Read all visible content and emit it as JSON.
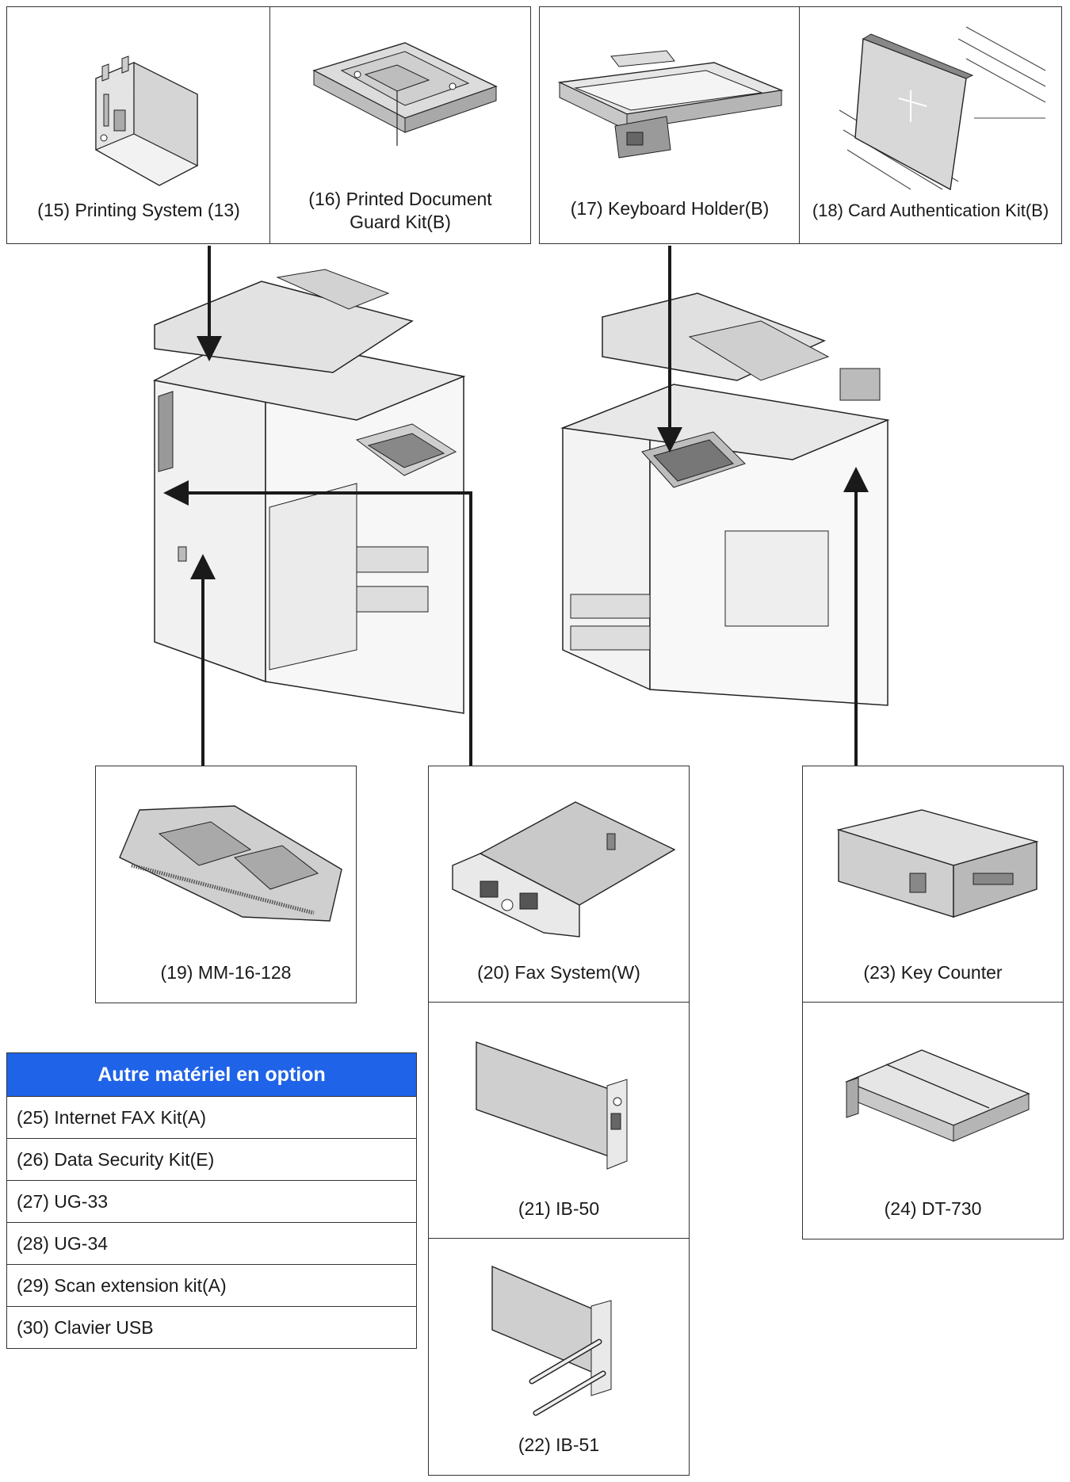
{
  "options": [
    {
      "id": "15",
      "label": "(15) Printing System (13)"
    },
    {
      "id": "16",
      "label": "(16) Printed Document\nGuard Kit(B)"
    },
    {
      "id": "17",
      "label": "(17) Keyboard Holder(B)"
    },
    {
      "id": "18",
      "label": "(18) Card Authentication Kit(B)"
    },
    {
      "id": "19",
      "label": "(19) MM-16-128"
    },
    {
      "id": "20",
      "label": "(20) Fax System(W)"
    },
    {
      "id": "21",
      "label": "(21) IB-50"
    },
    {
      "id": "22",
      "label": "(22) IB-51"
    },
    {
      "id": "23",
      "label": "(23) Key Counter"
    },
    {
      "id": "24",
      "label": "(24) DT-730"
    }
  ],
  "other_options": {
    "title": "Autre matériel en option",
    "items": [
      "(25) Internet FAX Kit(A)",
      "(26) Data Security Kit(E)",
      "(27) UG-33",
      "(28) UG-34",
      "(29) Scan extension kit(A)",
      "(30) Clavier USB"
    ]
  },
  "colors": {
    "header_bg": "#1f63e8",
    "line": "#333333"
  }
}
